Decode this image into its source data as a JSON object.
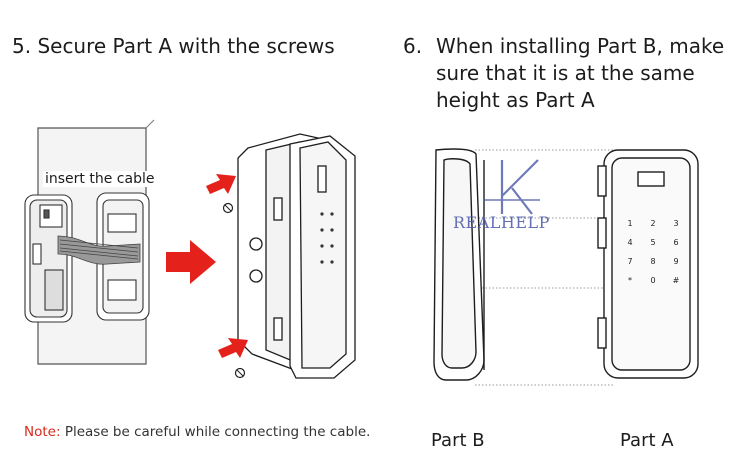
{
  "steps": {
    "step5_title": "5. Secure Part A with the screws",
    "step6_number": "6.",
    "step6_text": "When installing Part B, make sure that it is at the same height as Part A"
  },
  "labels": {
    "insert_cable": "insert the cable",
    "part_b": "Part B",
    "part_a": "Part A"
  },
  "note": {
    "key": "Note:",
    "text": "Please be careful while connecting the cable."
  },
  "watermark": {
    "text": "REALHELP",
    "color": "#4a58a8"
  },
  "keypad": [
    "1",
    "2",
    "3",
    "4",
    "5",
    "6",
    "7",
    "8",
    "9",
    "*",
    "0",
    "#"
  ],
  "colors": {
    "arrow": "#e5211b",
    "note_key": "#d62a1e",
    "line": "#222222"
  }
}
